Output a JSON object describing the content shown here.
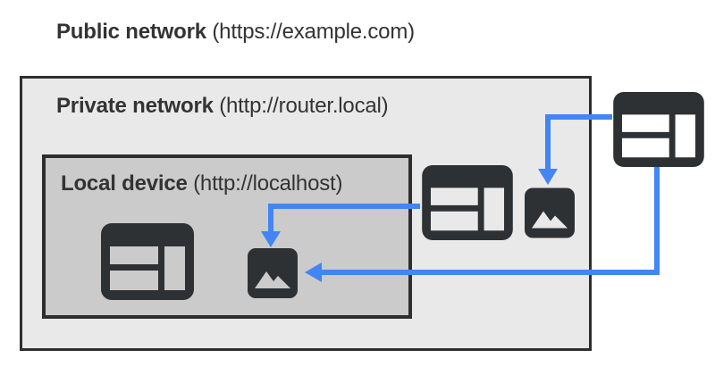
{
  "title": {
    "bold": "Public network",
    "rest": " (https://example.com)"
  },
  "private_network": {
    "label_bold": "Private network",
    "label_rest": " (http://router.local)"
  },
  "local_device": {
    "label_bold": "Local device",
    "label_rest": " (http://localhost)"
  },
  "icons": {
    "local_device_browser": "browser-window-icon",
    "local_device_image": "image-icon",
    "private_network_browser": "browser-window-icon",
    "private_network_image": "image-icon",
    "public_network_browser": "browser-window-icon"
  },
  "arrows": [
    {
      "from": "private-network-browser",
      "to": "local-device-image",
      "direction": "left-then-down"
    },
    {
      "from": "public-network-browser",
      "to": "private-network-image",
      "direction": "left-then-down"
    },
    {
      "from": "public-network-browser",
      "to": "local-device-image",
      "direction": "down-then-left"
    }
  ],
  "colors": {
    "accent_blue": "#4285f4",
    "icon_dark": "#2e3134",
    "border_dark": "#2e2e2e",
    "private_network_bg": "#e9e9e9",
    "local_device_bg": "#cbcbcb",
    "text": "#333333",
    "page_bg": "#ffffff"
  }
}
